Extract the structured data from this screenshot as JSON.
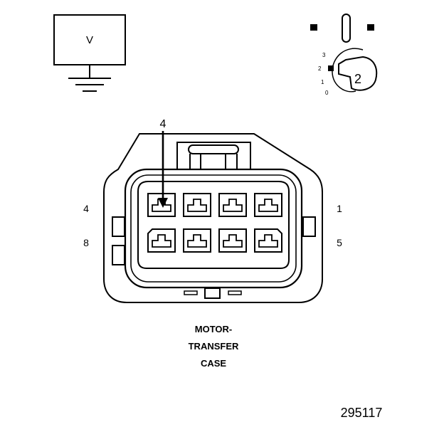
{
  "meter": {
    "label": "V"
  },
  "ignition": {
    "positions": [
      "3",
      "2",
      "1",
      "0"
    ],
    "step_label": "2"
  },
  "connector": {
    "callout_pin": "4",
    "pin_labels": {
      "top_left": "4",
      "top_right": "1",
      "bottom_left": "8",
      "bottom_right": "5"
    },
    "pin_rows": 2,
    "pins_per_row": 4
  },
  "caption": {
    "lines": [
      "MOTOR-",
      "TRANSFER",
      "CASE"
    ]
  },
  "figure_id": "295117"
}
